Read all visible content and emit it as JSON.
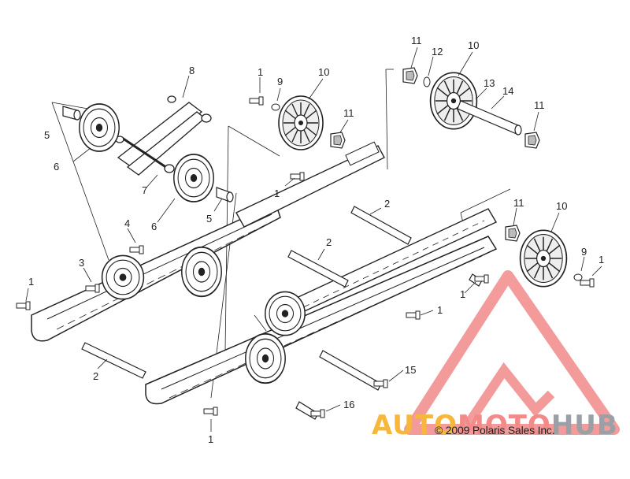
{
  "diagram": {
    "callouts": [
      {
        "id": "c1a",
        "text": "1"
      },
      {
        "id": "c1b",
        "text": "1"
      },
      {
        "id": "c1c",
        "text": "1"
      },
      {
        "id": "c1d",
        "text": "1"
      },
      {
        "id": "c1e",
        "text": "1"
      },
      {
        "id": "c1f",
        "text": "1"
      },
      {
        "id": "c1g",
        "text": "1"
      },
      {
        "id": "c2a",
        "text": "2"
      },
      {
        "id": "c2b",
        "text": "2"
      },
      {
        "id": "c2c",
        "text": "2"
      },
      {
        "id": "c3",
        "text": "3"
      },
      {
        "id": "c4",
        "text": "4"
      },
      {
        "id": "c5a",
        "text": "5"
      },
      {
        "id": "c5b",
        "text": "5"
      },
      {
        "id": "c6a",
        "text": "6"
      },
      {
        "id": "c6b",
        "text": "6"
      },
      {
        "id": "c7",
        "text": "7"
      },
      {
        "id": "c8",
        "text": "8"
      },
      {
        "id": "c9a",
        "text": "9"
      },
      {
        "id": "c9b",
        "text": "9"
      },
      {
        "id": "c10a",
        "text": "10"
      },
      {
        "id": "c10b",
        "text": "10"
      },
      {
        "id": "c10c",
        "text": "10"
      },
      {
        "id": "c11a",
        "text": "11"
      },
      {
        "id": "c11b",
        "text": "11"
      },
      {
        "id": "c11c",
        "text": "11"
      },
      {
        "id": "c11d",
        "text": "11"
      },
      {
        "id": "c12",
        "text": "12"
      },
      {
        "id": "c13",
        "text": "13"
      },
      {
        "id": "c14",
        "text": "14"
      },
      {
        "id": "c15",
        "text": "15"
      },
      {
        "id": "c16",
        "text": "16"
      }
    ],
    "copyright": "© 2009 Polaris Sales Inc."
  },
  "watermark": {
    "part1": "AUTO",
    "part2": "MOTO",
    "part3": "HUB",
    "colors": {
      "auto": "#f6b73c",
      "triangle": "#f28a8a",
      "hub": "#9aa0a6"
    }
  }
}
